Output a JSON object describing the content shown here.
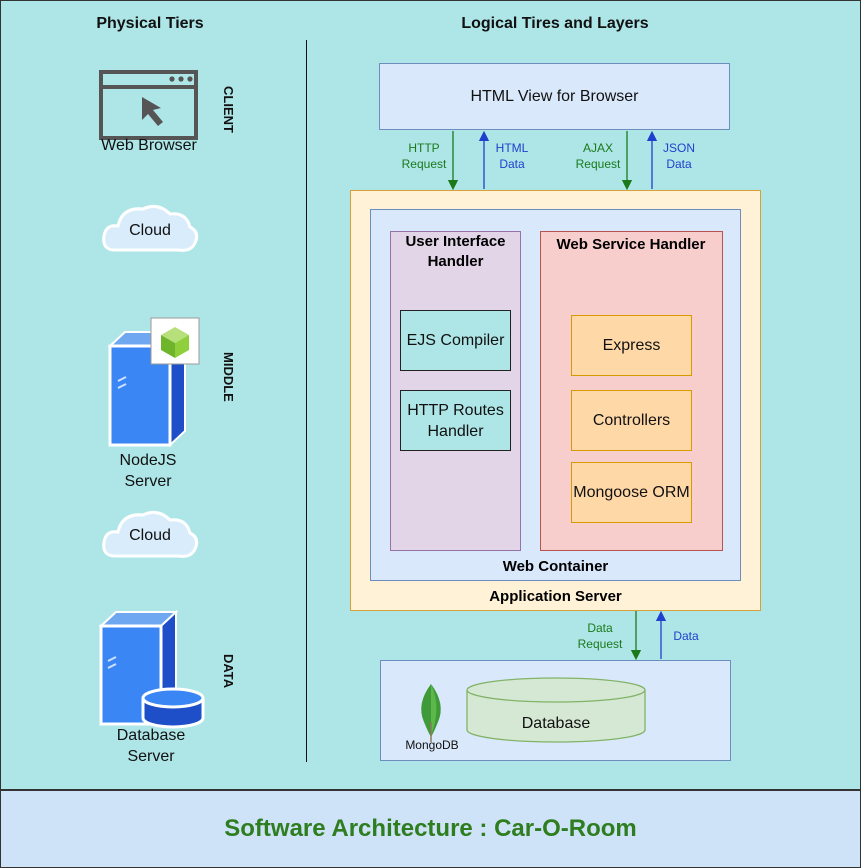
{
  "headers": {
    "physical": "Physical Tiers",
    "logical": "Logical Tires and Layers"
  },
  "tiers": {
    "client": "CLIENT",
    "middle": "MIDDLE",
    "data": "DATA"
  },
  "physical": {
    "web_browser": "Web Browser",
    "cloud_1": "Cloud",
    "nodejs_server": "NodeJS Server",
    "cloud_2": "Cloud",
    "database_server": "Database Server"
  },
  "logical": {
    "html_view": "HTML View for Browser",
    "http_request": "HTTP Request",
    "html_data": "HTML Data",
    "ajax_request": "AJAX Request",
    "json_data": "JSON Data",
    "application_server": "Application Server",
    "web_container": "Web Container",
    "ui_handler": "User Interface Handler",
    "ejs_compiler": "EJS Compiler",
    "http_routes_handler": "HTTP Routes Handler",
    "ws_handler": "Web Service Handler",
    "express": "Express",
    "controllers": "Controllers",
    "mongoose_orm": "Mongoose ORM",
    "data_request": "Data Request",
    "data": "Data",
    "mongodb": "MongoDB",
    "database": "Database"
  },
  "footer": {
    "title": "Software Architecture : Car-O-Room"
  },
  "colors": {
    "panel": "#aee6e8",
    "footer": "#cfe3f8",
    "request_arrow": "#1a7a1a",
    "response_arrow": "#1f3fcc",
    "app_server": "#fff3d6",
    "ui_handler": "#e2d6ea",
    "ws_handler": "#f6cfcb",
    "service_box": "#fcd9a8",
    "ui_box": "#aee6e8",
    "database": "#d5e8c2"
  }
}
